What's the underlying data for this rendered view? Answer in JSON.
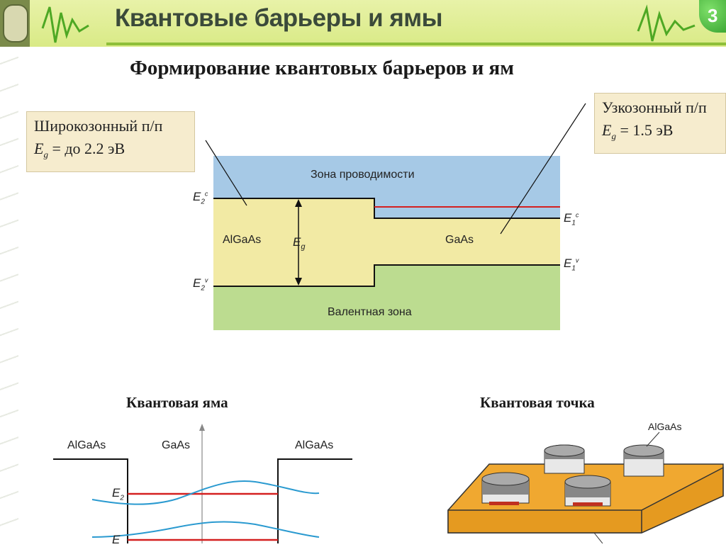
{
  "header": {
    "title": "Квантовые барьеры и ямы",
    "slide_number": "3"
  },
  "title": "Формирование квантовых барьеров и ям",
  "callout_left": {
    "line1": "Широкозонный п/п",
    "eg_symbol": "E",
    "eg_sub": "g",
    "eg_value": " = до 2.2 эВ"
  },
  "callout_right": {
    "line1": "Узкозонный п/п",
    "eg_symbol": "E",
    "eg_sub": "g",
    "eg_value": " = 1.5 эВ"
  },
  "band_diagram": {
    "conduction_zone": "Зона проводимости",
    "valence_zone": "Валентная зона",
    "left_material": "AlGaAs",
    "right_material": "GaAs",
    "gap_symbol": "E",
    "gap_sub": "g",
    "e2c": "E",
    "e2c_sub": "2",
    "e2c_sup": "c",
    "e2v": "E",
    "e2v_sub": "2",
    "e2v_sup": "v",
    "e1c": "E",
    "e1c_sub": "1",
    "e1c_sup": "c",
    "e1v": "E",
    "e1v_sub": "1",
    "e1v_sup": "v"
  },
  "well": {
    "title": "Квантовая яма",
    "left": "AlGaAs",
    "center": "GaAs",
    "right": "AlGaAs",
    "e2": "E",
    "e2_sub": "2",
    "e1": "E"
  },
  "dot": {
    "title": "Квантовая точка",
    "label": "AlGaAs"
  },
  "colors": {
    "conduction": "#a6c9e6",
    "gap": "#f2eaa4",
    "valence": "#bcdc90",
    "level_line": "#d42020",
    "wave": "#2a9ad0",
    "dot_base": "#f0a830"
  }
}
